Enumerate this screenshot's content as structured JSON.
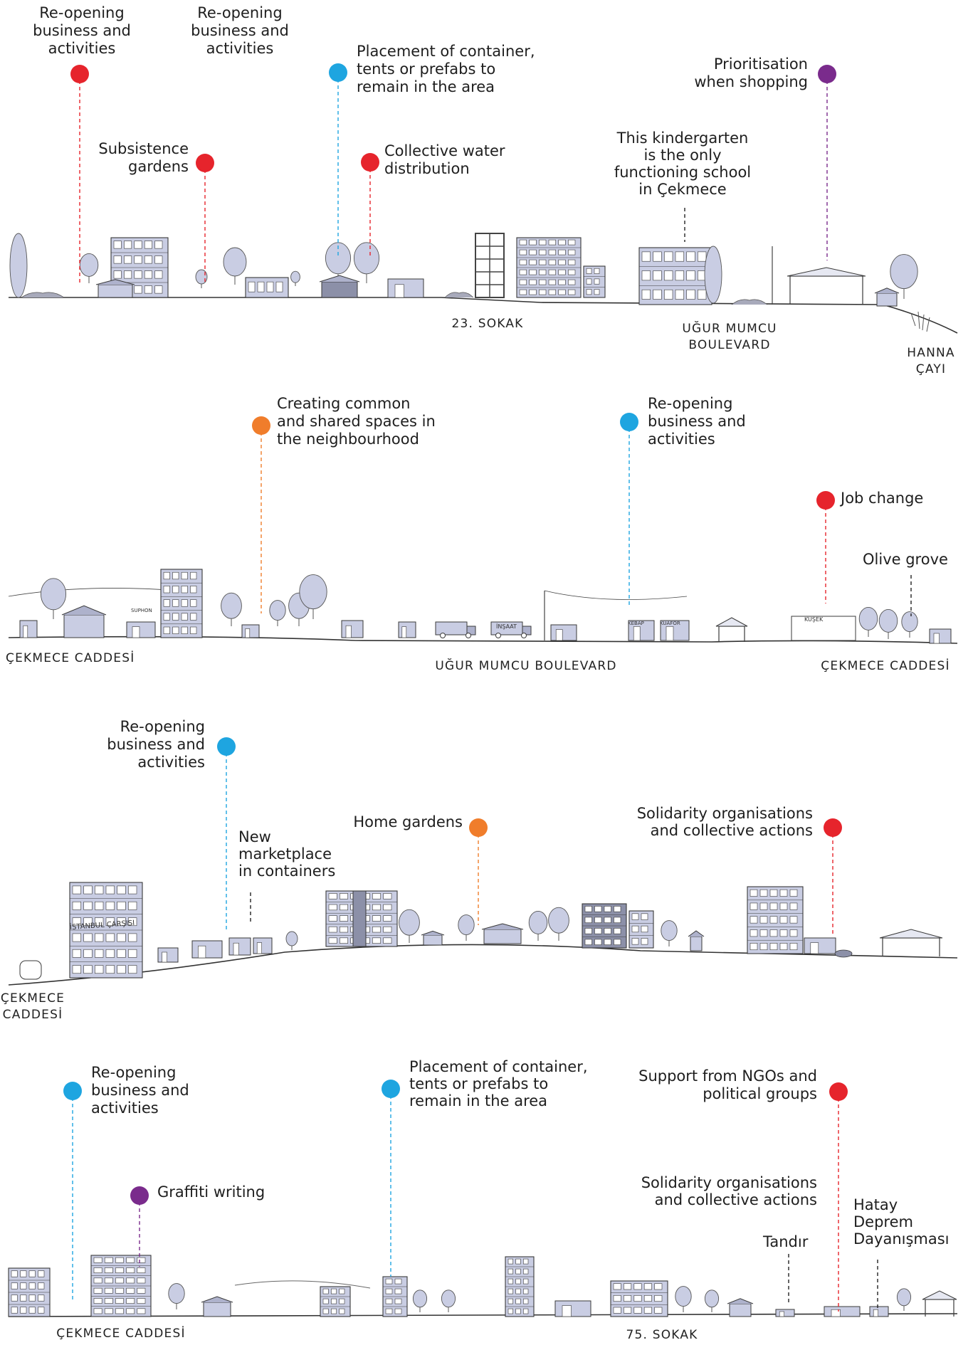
{
  "colors": {
    "red": "#e6242c",
    "blue": "#1ea5e0",
    "orange": "#f07d2b",
    "purple": "#7a2b8c",
    "black": "#222222",
    "building_fill": "#c9cde3",
    "building_dark": "#8c90a8",
    "ground": "#333333"
  },
  "legend_semantics": {
    "red": "red-marker",
    "blue": "blue-marker",
    "orange": "orange-marker",
    "purple": "purple-marker"
  },
  "strip1": {
    "annotations": {
      "a1": "Re-opening\nbusiness and\nactivities",
      "a2": "Re-opening\nbusiness and\nactivities",
      "a3": "Subsistence\ngardens",
      "a4": "Placement of container,\ntents or prefabs to\nremain in the area",
      "a5": "Collective water\ndistribution",
      "a6": "This kindergarten\nis the only\nfunctioning school\nin Çekmece",
      "a7": "Prioritisation\nwhen shopping"
    },
    "streets": {
      "s1": "23. SOKAK",
      "s2": "UĞUR MUMCU\nBOULEVARD",
      "s3": "HANNA\nÇAYI"
    }
  },
  "strip2": {
    "annotations": {
      "a1": "Creating common\nand shared spaces in\nthe neighbourhood",
      "a2": "Re-opening\nbusiness and\nactivities",
      "a3": "Job change",
      "a4": "Olive grove"
    },
    "streets": {
      "s1": "ÇEKMECE CADDESİ",
      "s2": "UĞUR MUMCU BOULEVARD",
      "s3": "ÇEKMECE CADDESİ"
    },
    "signs": [
      "SUPHON",
      "İNŞAAT",
      "KEBAP",
      "KUAFÖR",
      "KUŞEK"
    ]
  },
  "strip3": {
    "annotations": {
      "a1": "Re-opening\nbusiness and\nactivities",
      "a2": "New\nmarketplace\nin containers",
      "a3": "Home gardens",
      "a4": "Solidarity organisations\nand collective actions"
    },
    "streets": {
      "s1": "ÇEKMECE\nCADDESİ"
    },
    "signs": [
      "İSTANBUL ÇARŞISI"
    ]
  },
  "strip4": {
    "annotations": {
      "a1": "Re-opening\nbusiness and\nactivities",
      "a2": "Graffiti writing",
      "a3": "Placement of container,\ntents or prefabs to\nremain in the area",
      "a4": "Support from NGOs and\npolitical groups",
      "a5": "Solidarity organisations\nand collective actions",
      "a6": "Tandır",
      "a7": "Hatay\nDeprem\nDayanışması"
    },
    "streets": {
      "s1": "ÇEKMECE CADDESİ",
      "s2": "75. SOKAK"
    }
  }
}
